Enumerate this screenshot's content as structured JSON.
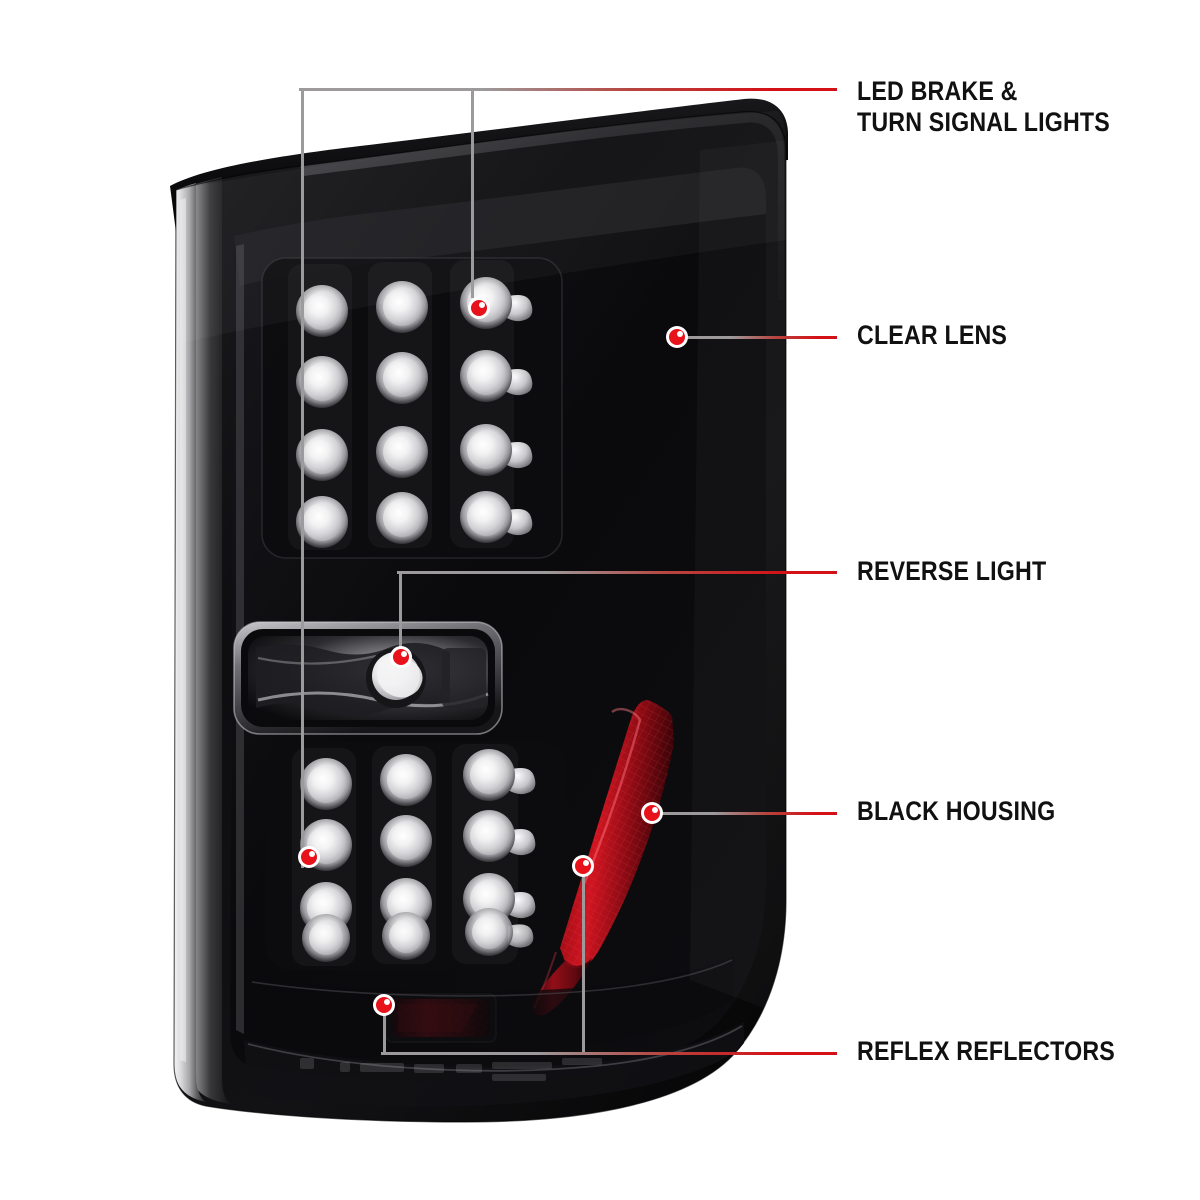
{
  "product": {
    "name": "led-tail-light-assembly",
    "description": "Black housing clear lens LED tail light",
    "colors": {
      "housing": "#0b0b0c",
      "lens_edge": "#c9c9cb",
      "reflector_red": "#a8121c",
      "led_chrome": "#e9e9ea",
      "accent_red": "#d41117",
      "leader_gray": "#9c9a9b",
      "label_text": "#111111",
      "background": "#ffffff"
    }
  },
  "callouts": [
    {
      "id": "led-brake-turn",
      "label": "LED BRAKE &\nTURN SIGNAL LIGHTS",
      "marker_count": 2
    },
    {
      "id": "clear-lens",
      "label": "CLEAR LENS",
      "marker_count": 1
    },
    {
      "id": "reverse-light",
      "label": "REVERSE LIGHT",
      "marker_count": 1
    },
    {
      "id": "black-housing",
      "label": "BLACK HOUSING",
      "marker_count": 1
    },
    {
      "id": "reflex-reflectors",
      "label": "REFLEX REFLECTORS",
      "marker_count": 2
    }
  ],
  "led_arrays": {
    "upper": {
      "columns": 3,
      "rows": 4
    },
    "lower": {
      "columns": 3,
      "rows": 4
    }
  },
  "embossed_lens_text": ""
}
